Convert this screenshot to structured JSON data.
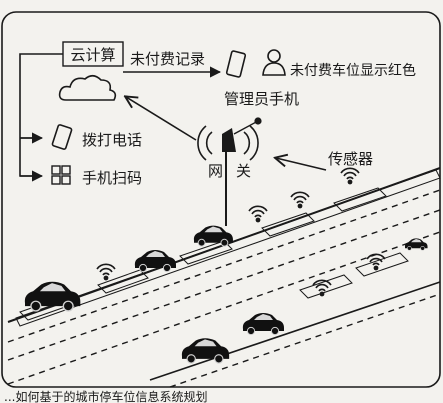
{
  "labels": {
    "cloud_computing": "云计算",
    "unpaid_record": "未付费记录",
    "manager_phone": "管理员手机",
    "unpaid_space_red": "未付费车位显示红色",
    "dial_call": "拨打电话",
    "phone_scan": "手机扫码",
    "gateway_char_1": "网",
    "gateway_char_2": "关",
    "sensor": "传感器",
    "bottom_caption": "...如何基于的城市停车位信息系统规划"
  },
  "icons": [
    "cloud-icon",
    "smartphone-icon",
    "user-icon",
    "windows-grid-icon",
    "wifi-signal-icon",
    "car-icon",
    "gateway-antenna-icon"
  ],
  "colors": {
    "ink": "#1a1a1a",
    "paper": "#f3f2ee",
    "car": "#111111"
  }
}
